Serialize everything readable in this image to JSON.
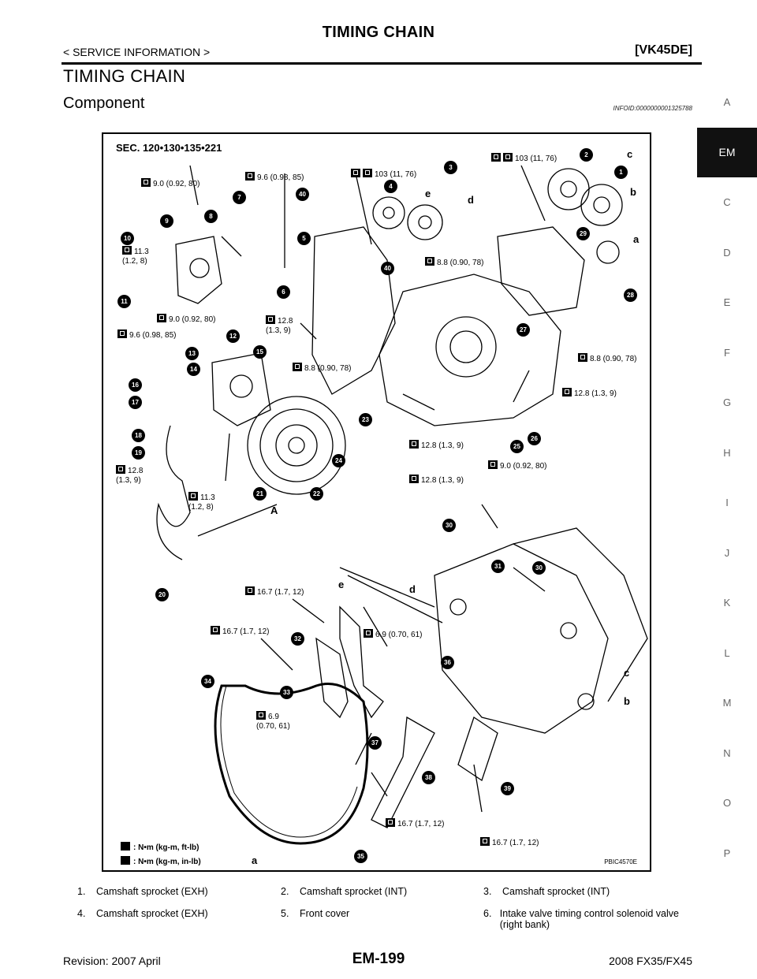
{
  "header": {
    "title": "TIMING CHAIN",
    "breadcrumb": "< SERVICE INFORMATION >",
    "engine_code": "[VK45DE]"
  },
  "section": {
    "title": "TIMING CHAIN",
    "subsection": "Component",
    "info_id": "INFOID:0000000001325788"
  },
  "side_index": {
    "items": [
      "A",
      "EM",
      "C",
      "D",
      "E",
      "F",
      "G",
      "H",
      "I",
      "J",
      "K",
      "L",
      "M",
      "N",
      "O",
      "P"
    ],
    "active": "EM"
  },
  "figure": {
    "sec_label": "SEC. 120•130•135•221",
    "figure_code": "PBIC4570E",
    "torques": [
      "9.0 (0.92, 80)",
      "9.6 (0.98, 85)",
      "103 (11, 76)",
      "103 (11, 76)",
      "11.3\n(1.2, 8)",
      "8.8 (0.90, 78)",
      "9.0 (0.92, 80)",
      "12.8\n(1.3, 9)",
      "9.6 (0.98, 85)",
      "8.8 (0.90, 78)",
      "8.8 (0.90, 78)",
      "12.8 (1.3, 9)",
      "12.8 (1.3, 9)",
      "9.0 (0.92, 80)",
      "12.8\n(1.3, 9)",
      "11.3\n(1.2, 8)",
      "12.8 (1.3, 9)",
      "16.7 (1.7, 12)",
      "16.7 (1.7, 12)",
      "6.9 (0.70, 61)",
      "6.9\n(0.70, 61)",
      "16.7 (1.7, 12)",
      "16.7 (1.7, 12)"
    ],
    "callouts": [
      "1",
      "2",
      "3",
      "4",
      "5",
      "6",
      "7",
      "8",
      "9",
      "10",
      "11",
      "12",
      "13",
      "14",
      "15",
      "16",
      "17",
      "18",
      "19",
      "20",
      "21",
      "22",
      "23",
      "24",
      "25",
      "26",
      "27",
      "28",
      "29",
      "30",
      "31",
      "30",
      "32",
      "33",
      "34",
      "35",
      "36",
      "37",
      "38",
      "39",
      "40",
      "40"
    ],
    "ref_letters": [
      "c",
      "b",
      "e",
      "d",
      "a",
      "e",
      "d",
      "c",
      "b",
      "a",
      "A"
    ],
    "legend": [
      ": N•m (kg-m, ft-lb)",
      ": N•m (kg-m, in-lb)"
    ]
  },
  "parts": [
    [
      {
        "num": "1.",
        "name": "Camshaft sprocket (EXH)"
      },
      {
        "num": "2.",
        "name": "Camshaft sprocket (INT)"
      },
      {
        "num": "3.",
        "name": "Camshaft sprocket (INT)"
      }
    ],
    [
      {
        "num": "4.",
        "name": "Camshaft sprocket (EXH)"
      },
      {
        "num": "5.",
        "name": "Front cover"
      },
      {
        "num": "6.",
        "name": "Intake valve timing control solenoid valve (right bank)"
      }
    ]
  ],
  "footer": {
    "revision": "Revision: 2007 April",
    "page_number": "EM-199",
    "model": "2008 FX35/FX45"
  }
}
